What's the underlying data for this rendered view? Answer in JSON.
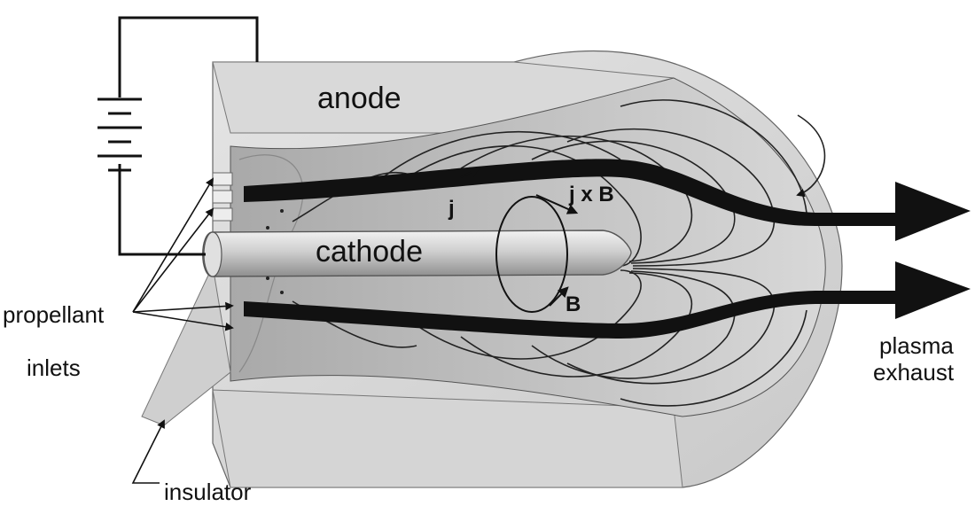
{
  "labels": {
    "anode": "anode",
    "cathode": "cathode",
    "j": "j",
    "jxb": "j x B",
    "b": "B",
    "propellant": "propellant",
    "inlets": "inlets",
    "plasma": "plasma",
    "exhaust": "exhaust",
    "insulator": "insulator"
  },
  "colors": {
    "background": "#ffffff",
    "anode_face": "#dcdcdc",
    "anode_bore": "#bdbdbd",
    "cathode": "#c2c2c2",
    "flow": "#111111",
    "field_lines": "#222222"
  },
  "icons": {
    "battery": "battery-symbol",
    "exhaust_arrows": "plasma-flow-arrow"
  }
}
